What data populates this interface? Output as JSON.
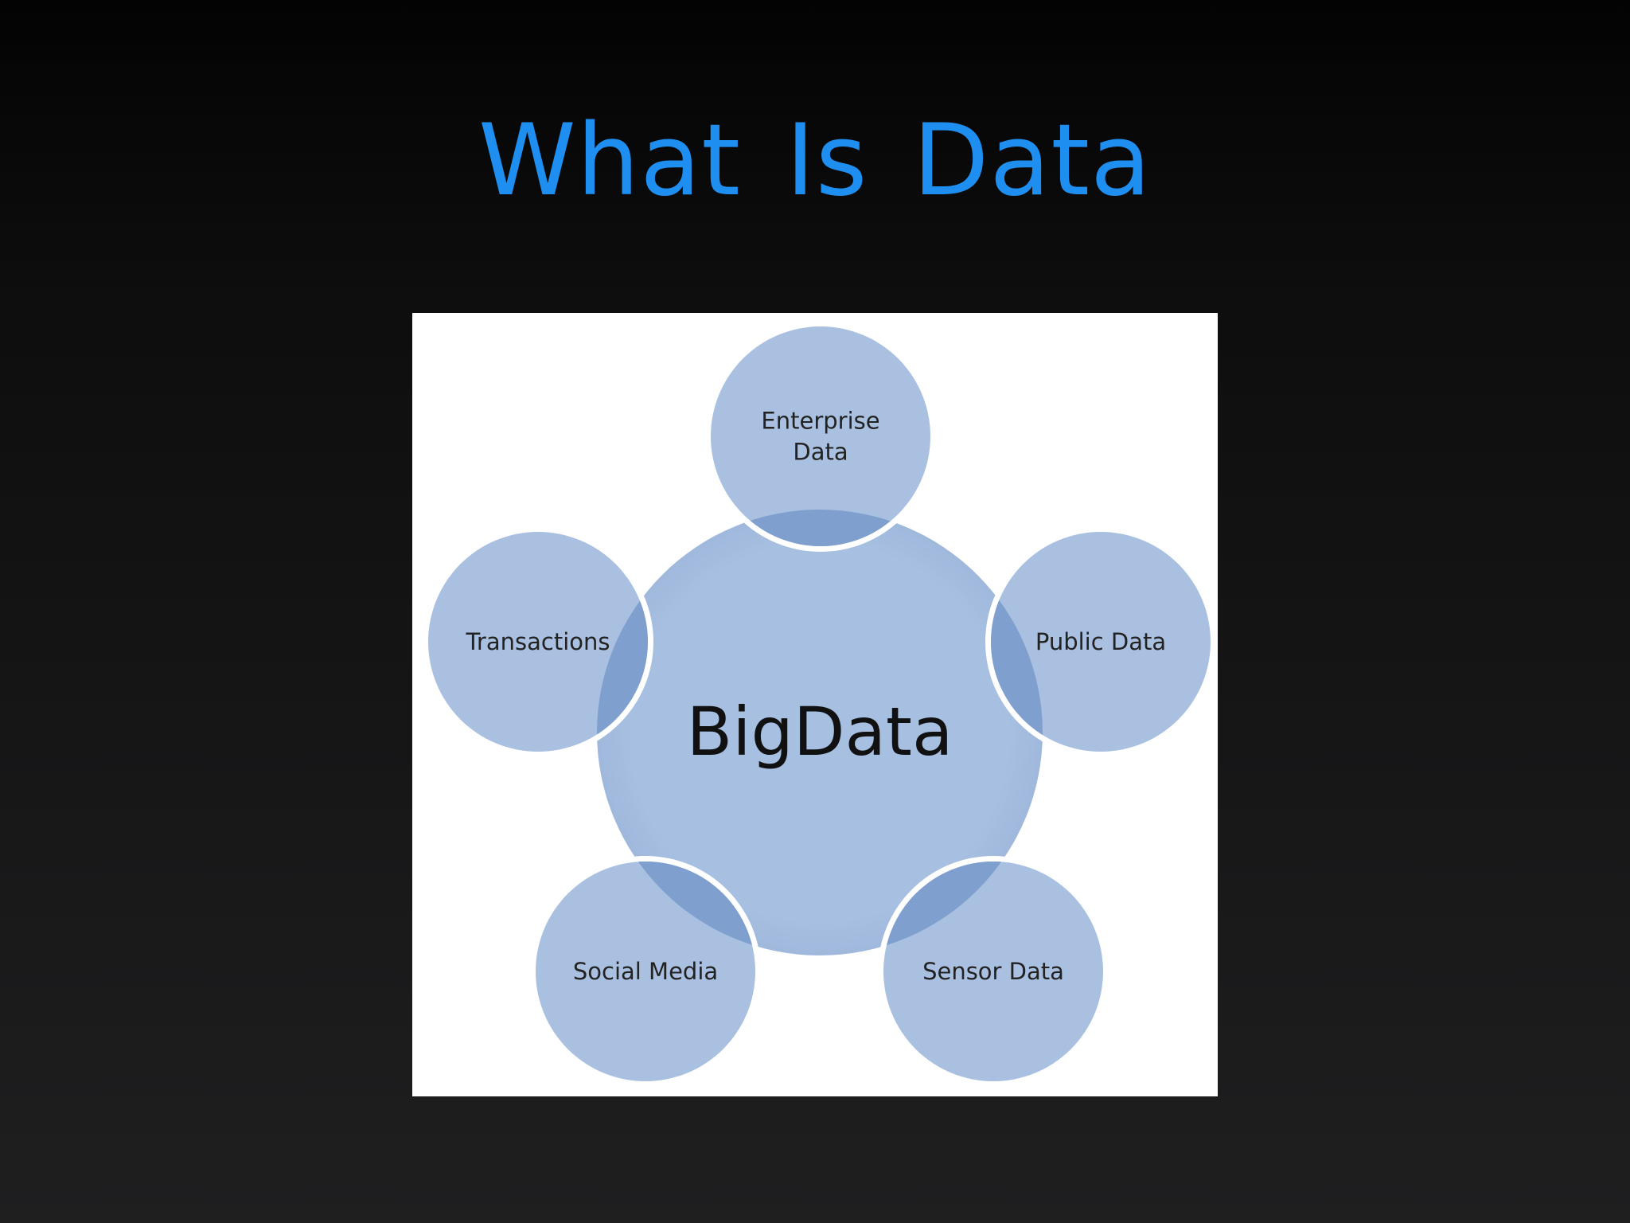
{
  "slide": {
    "title": "What Is Data"
  },
  "diagram": {
    "center": {
      "label": "BigData",
      "color": "#a7bfe0"
    },
    "nodes": [
      {
        "lines": [
          "Enterprise",
          "Data"
        ]
      },
      {
        "lines": [
          "Public Data"
        ]
      },
      {
        "lines": [
          "Sensor Data"
        ]
      },
      {
        "lines": [
          "Social Media"
        ]
      },
      {
        "lines": [
          "Transactions"
        ]
      }
    ],
    "colors": {
      "node_fill": "#a9c0e0",
      "overlap_fill": "#7f9fcf",
      "title": "#1e8ff0",
      "panel": "#ffffff"
    }
  }
}
